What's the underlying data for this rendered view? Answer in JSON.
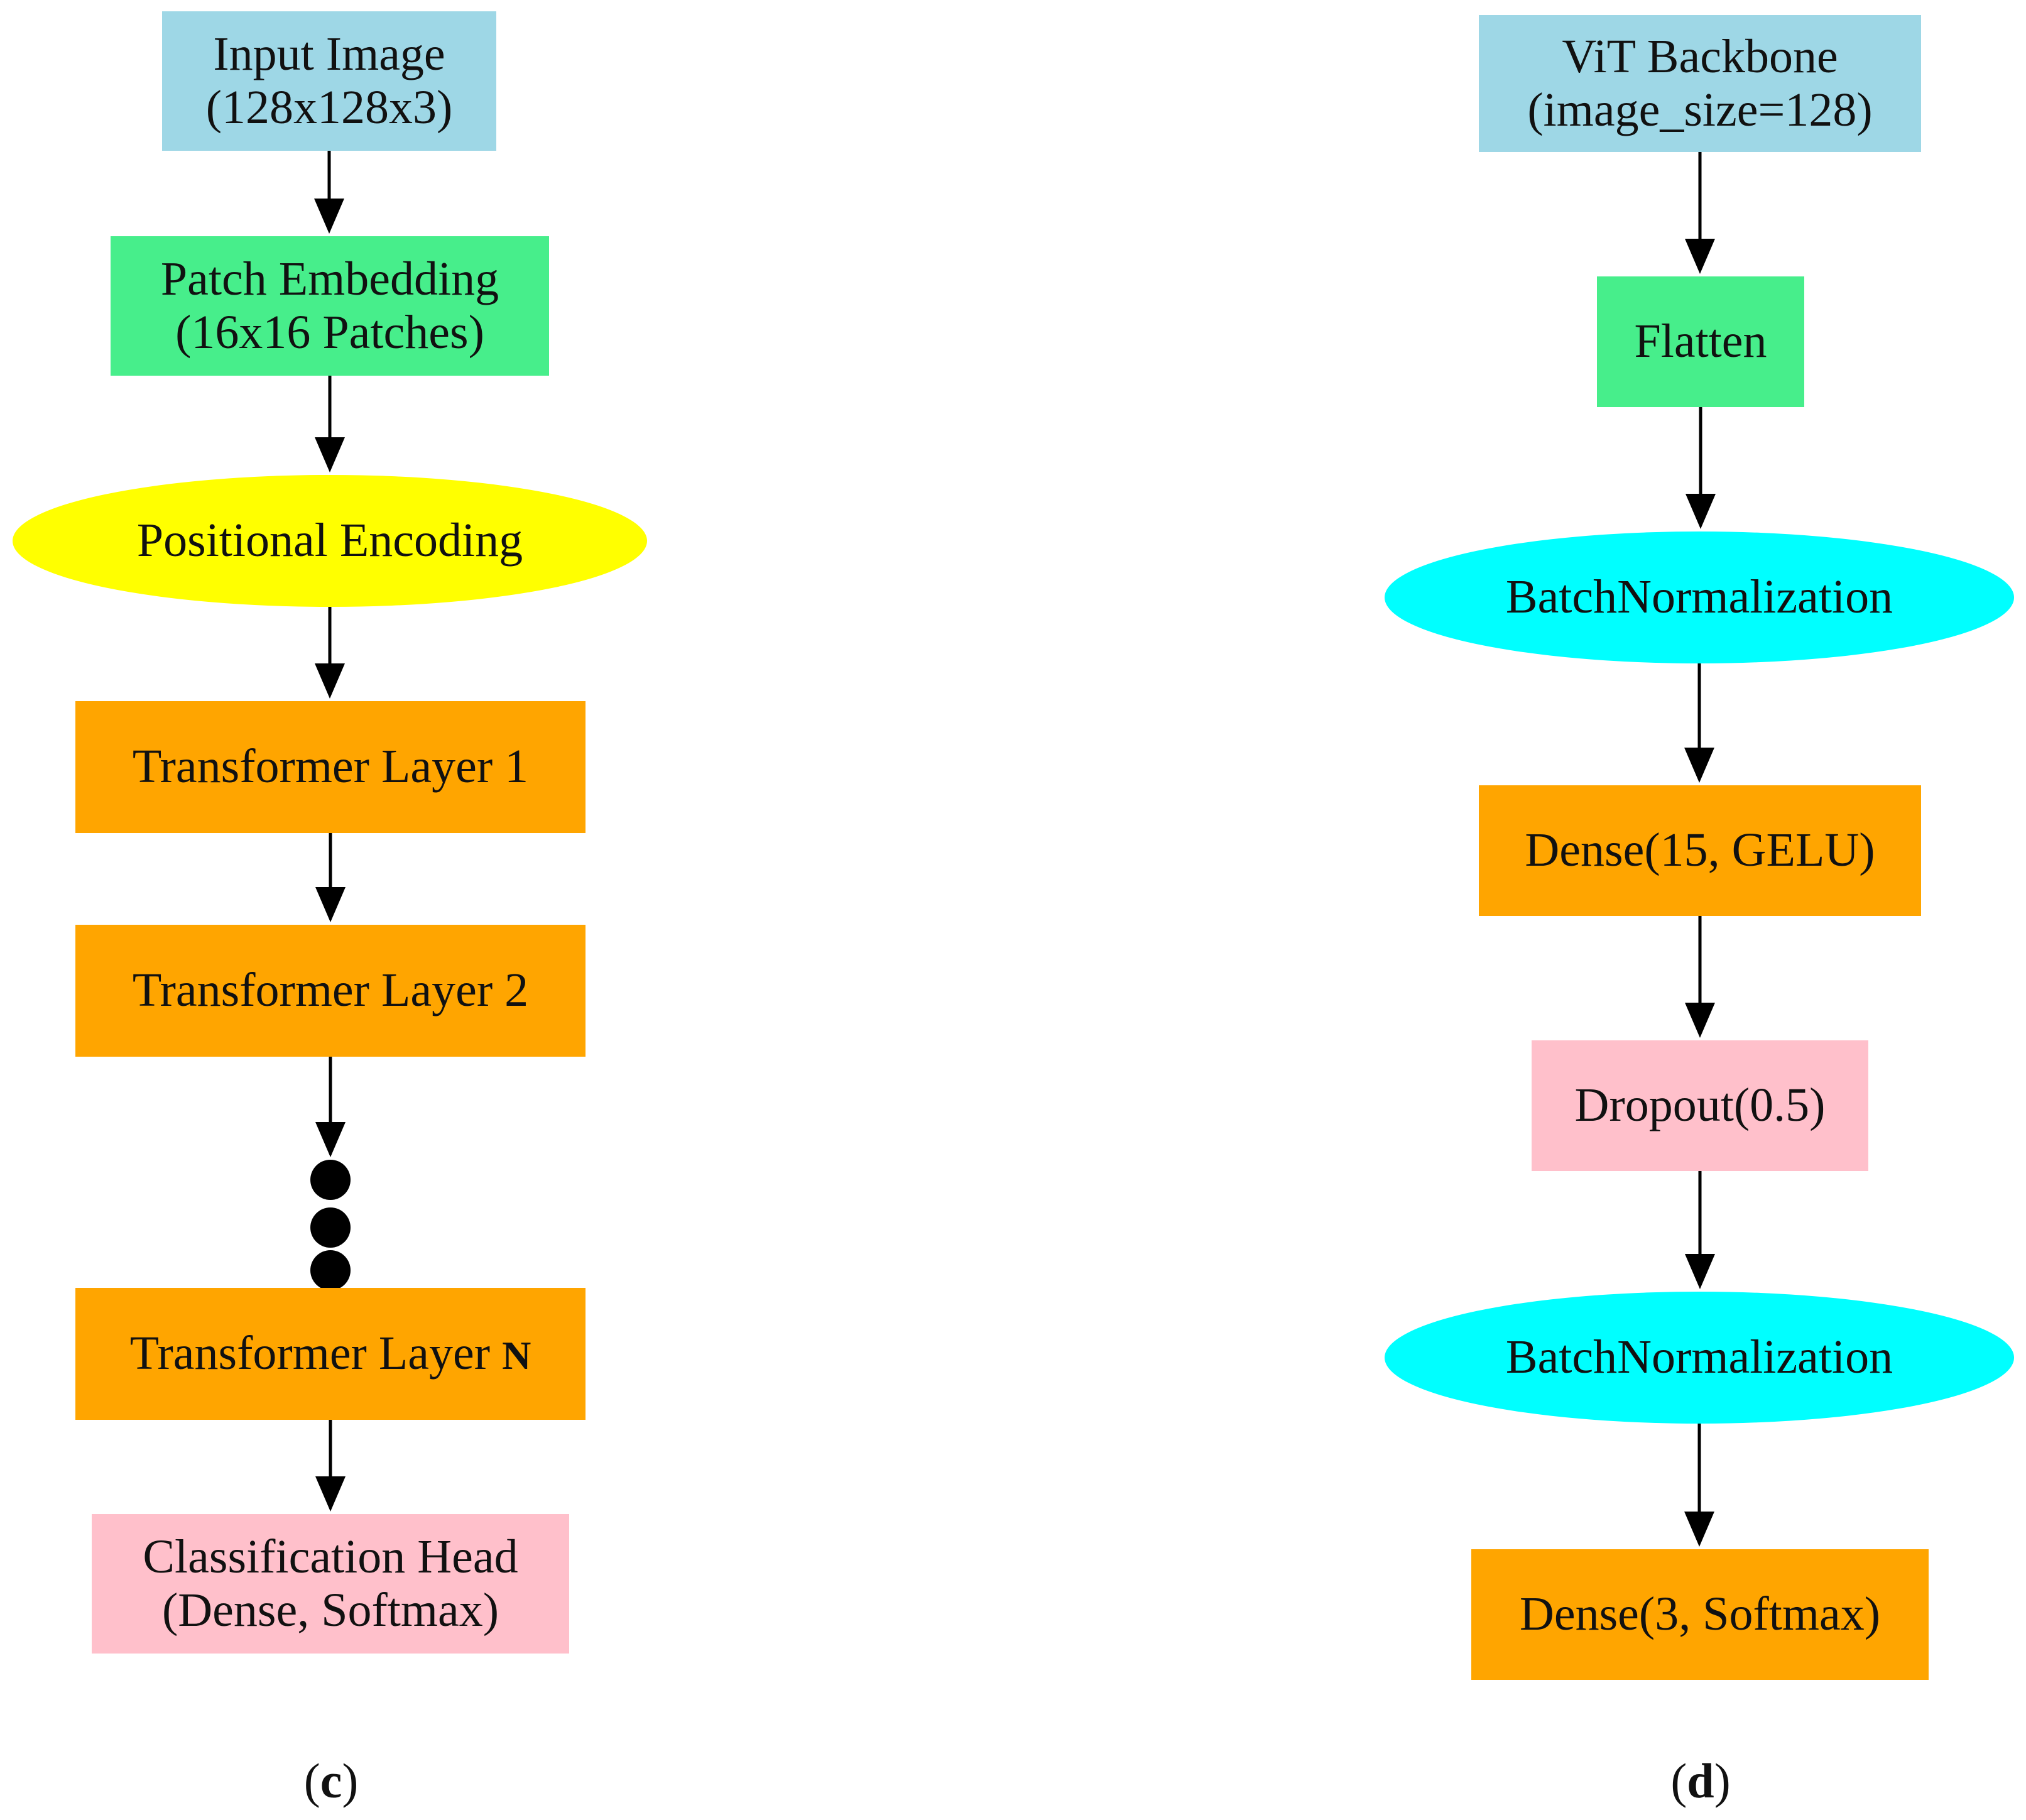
{
  "panel_c": {
    "caption_letter": "c",
    "nodes": [
      {
        "id": "input",
        "lines": [
          "Input Image",
          "(128x128x3)"
        ],
        "shape": "box",
        "color": "#9ed7e6"
      },
      {
        "id": "patch",
        "lines": [
          "Patch Embedding",
          "(16x16 Patches)"
        ],
        "shape": "box",
        "color": "#47ee8b"
      },
      {
        "id": "posenc",
        "lines": [
          "Positional Encoding"
        ],
        "shape": "ellipse",
        "color": "#ffff00"
      },
      {
        "id": "tl1",
        "lines": [
          "Transformer Layer 1"
        ],
        "shape": "box",
        "color": "#ffa500"
      },
      {
        "id": "tl2",
        "lines": [
          "Transformer Layer 2"
        ],
        "shape": "box",
        "color": "#ffa500"
      },
      {
        "id": "tln",
        "lines": [
          "Transformer Layer "
        ],
        "suffix": "N",
        "shape": "box",
        "color": "#ffa500"
      },
      {
        "id": "head",
        "lines": [
          "Classification Head",
          "(Dense, Softmax)"
        ],
        "shape": "box",
        "color": "#ffc0cb"
      }
    ],
    "edges": [
      [
        "input",
        "patch"
      ],
      [
        "patch",
        "posenc"
      ],
      [
        "posenc",
        "tl1"
      ],
      [
        "tl1",
        "tl2"
      ],
      [
        "tl2",
        "ellipsis"
      ],
      [
        "tln",
        "head"
      ]
    ]
  },
  "panel_d": {
    "caption_letter": "d",
    "nodes": [
      {
        "id": "vit",
        "lines": [
          "ViT Backbone",
          "(image_size=128)"
        ],
        "shape": "box",
        "color": "#9ed7e6"
      },
      {
        "id": "flatten",
        "lines": [
          "Flatten"
        ],
        "shape": "box",
        "color": "#47ee8b"
      },
      {
        "id": "bn1",
        "lines": [
          "BatchNormalization"
        ],
        "shape": "ellipse",
        "color": "#00ffff"
      },
      {
        "id": "dense15",
        "lines": [
          "Dense(15, GELU)"
        ],
        "shape": "box",
        "color": "#ffa500"
      },
      {
        "id": "dropout",
        "lines": [
          "Dropout(0.5)"
        ],
        "shape": "box",
        "color": "#ffc0cb"
      },
      {
        "id": "bn2",
        "lines": [
          "BatchNormalization"
        ],
        "shape": "ellipse",
        "color": "#00ffff"
      },
      {
        "id": "dense3",
        "lines": [
          "Dense(3, Softmax)"
        ],
        "shape": "box",
        "color": "#ffa500"
      }
    ],
    "edges": [
      [
        "vit",
        "flatten"
      ],
      [
        "flatten",
        "bn1"
      ],
      [
        "bn1",
        "dense15"
      ],
      [
        "dense15",
        "dropout"
      ],
      [
        "dropout",
        "bn2"
      ],
      [
        "bn2",
        "dense3"
      ]
    ]
  }
}
